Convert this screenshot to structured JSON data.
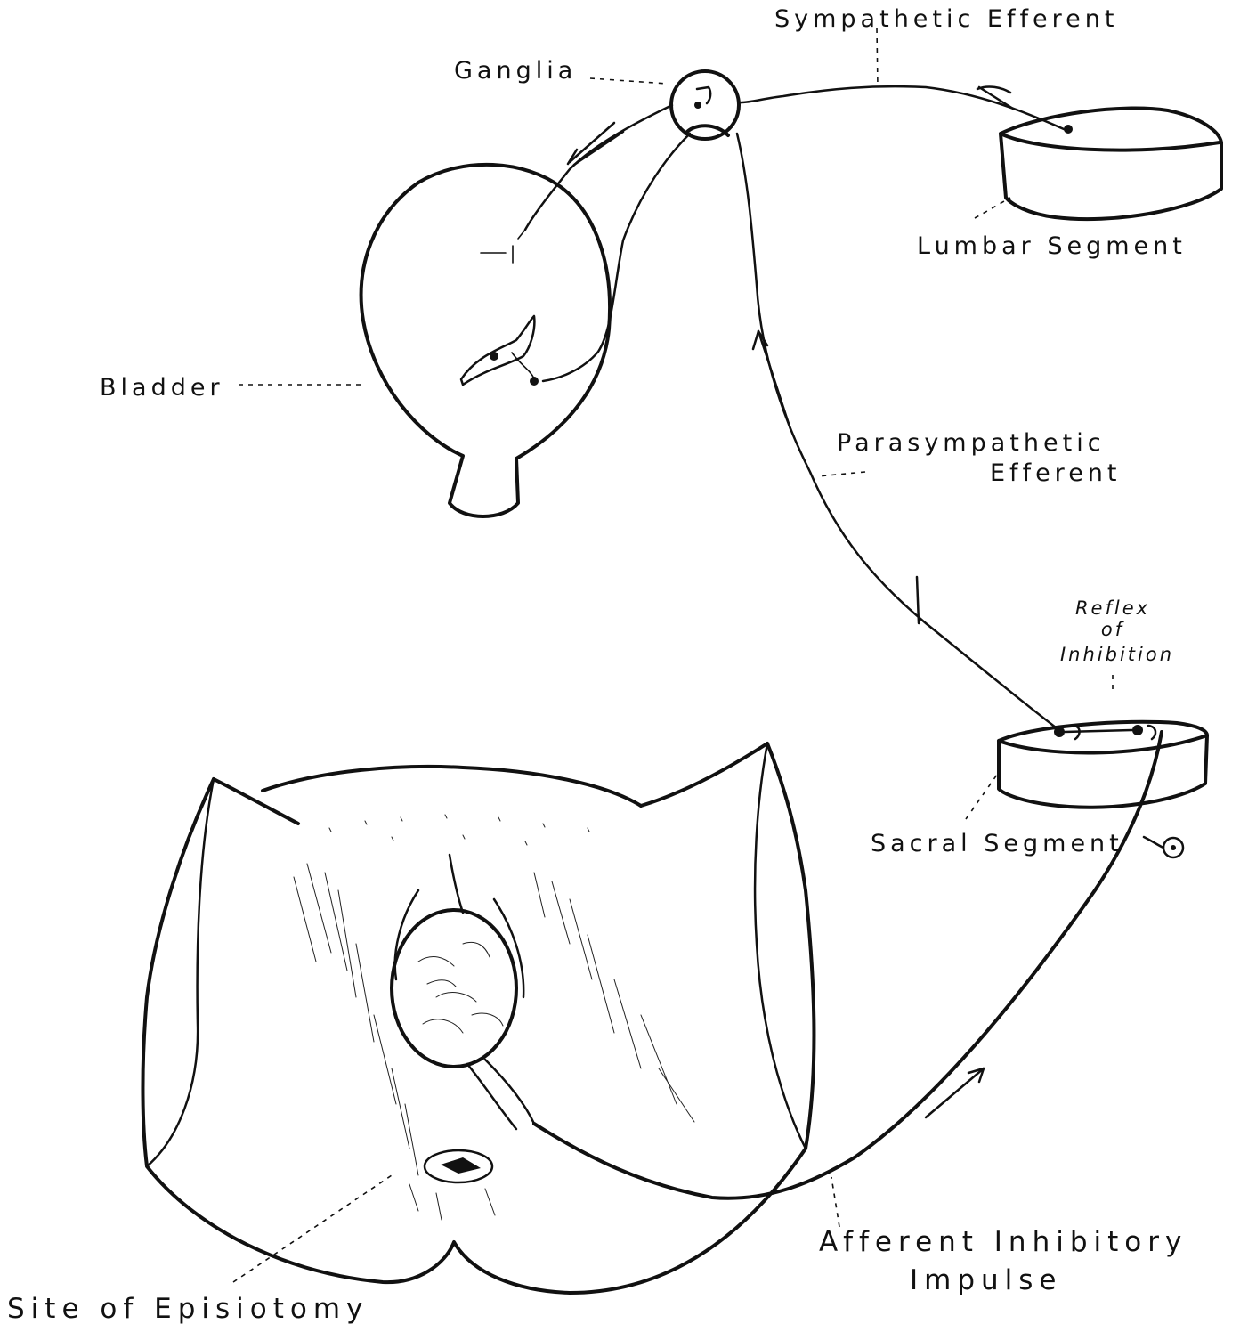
{
  "labels": {
    "sympathetic_efferent": "Sympathetic Efferent",
    "ganglia": "Ganglia",
    "lumbar_segment": "Lumbar Segment",
    "bladder": "Bladder",
    "parasympathetic_line1": "Parasympathetic",
    "parasympathetic_line2": "Efferent",
    "reflex_line1": "Reflex",
    "reflex_line2": "of",
    "reflex_line3": "Inhibition",
    "sacral_segment": "Sacral Segment",
    "afferent_line1": "Afferent Inhibitory",
    "afferent_line2": "Impulse",
    "episiotomy": "Site of Episiotomy"
  },
  "colors": {
    "ink": "#111111",
    "paper": "#ffffff"
  }
}
